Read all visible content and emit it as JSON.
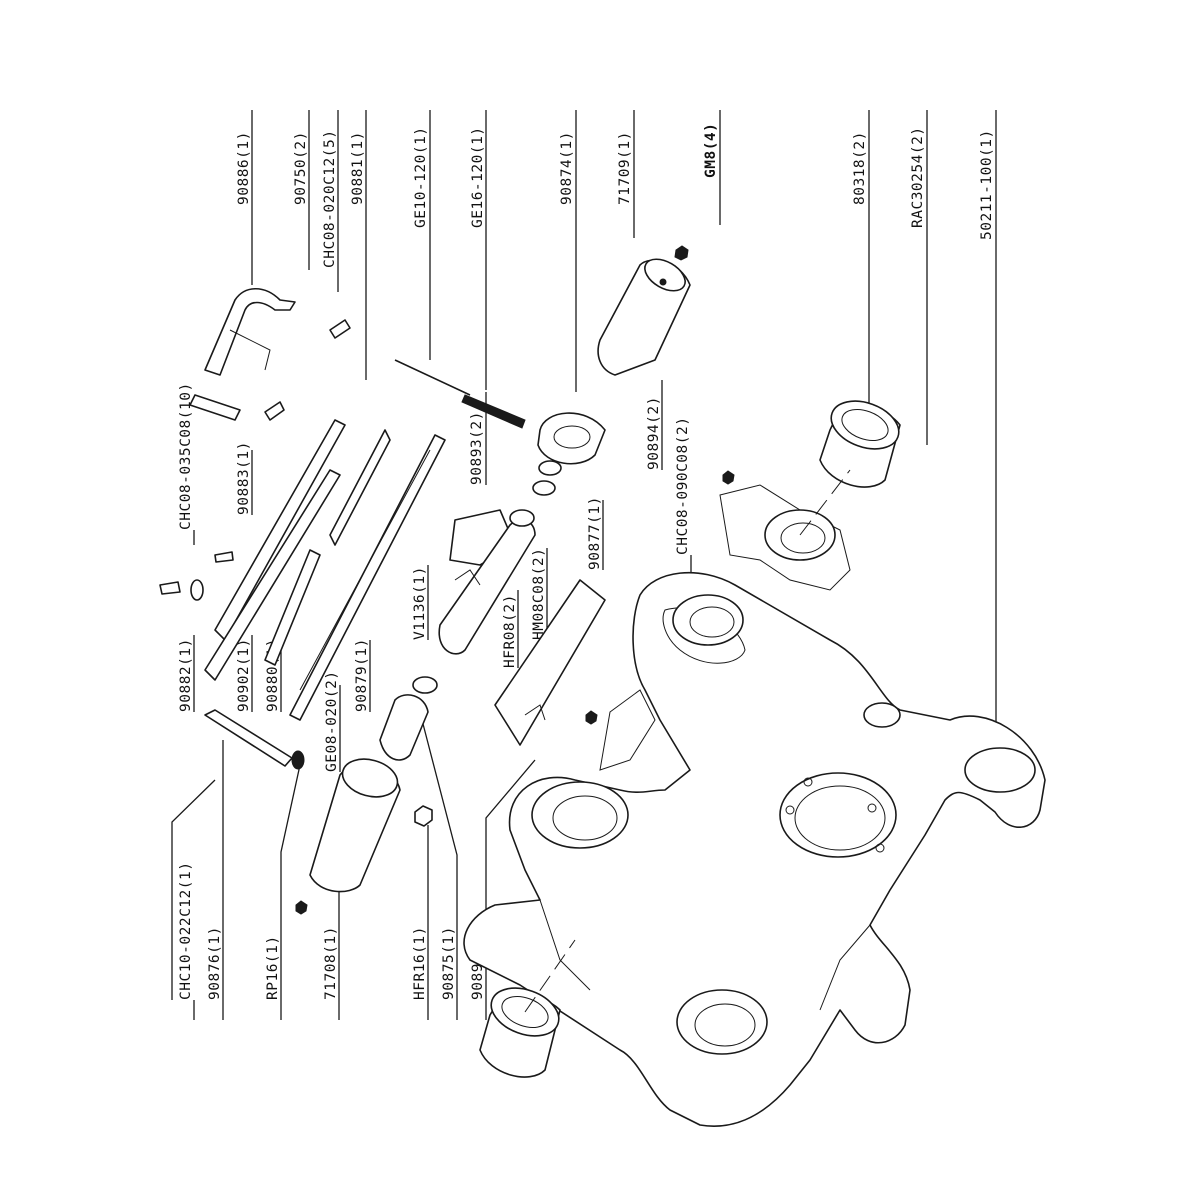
{
  "labels": {
    "p90886": "90886(1)",
    "p90750": "90750(2)",
    "pCHC08_020": "CHC08-020C12(5)",
    "p90881": "90881(1)",
    "pGE10": "GE10-120(1)",
    "pGE16": "GE16-120(1)",
    "p90874": "90874(1)",
    "p71709": "71709(1)",
    "pGM8": "GM8(4)",
    "p80318": "80318(2)",
    "pRAC": "RAC30254(2)",
    "p50211": "50211-100(1)",
    "pCHC08_035": "CHC08-035C08(10)",
    "p90883": "90883(1)",
    "p90893": "90893(2)",
    "p90894": "90894(2)",
    "pCHC08_090": "CHC08-090C08(2)",
    "p90877": "90877(1)",
    "pHM08": "HM08C08(2)",
    "pHFR08": "HFR08(2)",
    "pV1136": "V1136(1)",
    "p90882": "90882(1)",
    "p90902": "90902(1)",
    "p90880": "90880(1)",
    "p90879": "90879(1)",
    "pGE08": "GE08-020(2)",
    "pCHC10": "CHC10-022C12(1)",
    "p90876": "90876(1)",
    "pRP16": "RP16(1)",
    "p71708": "71708(1)",
    "pHFR16": "HFR16(1)",
    "p90875": "90875(1)",
    "p90890": "90890(2)"
  }
}
